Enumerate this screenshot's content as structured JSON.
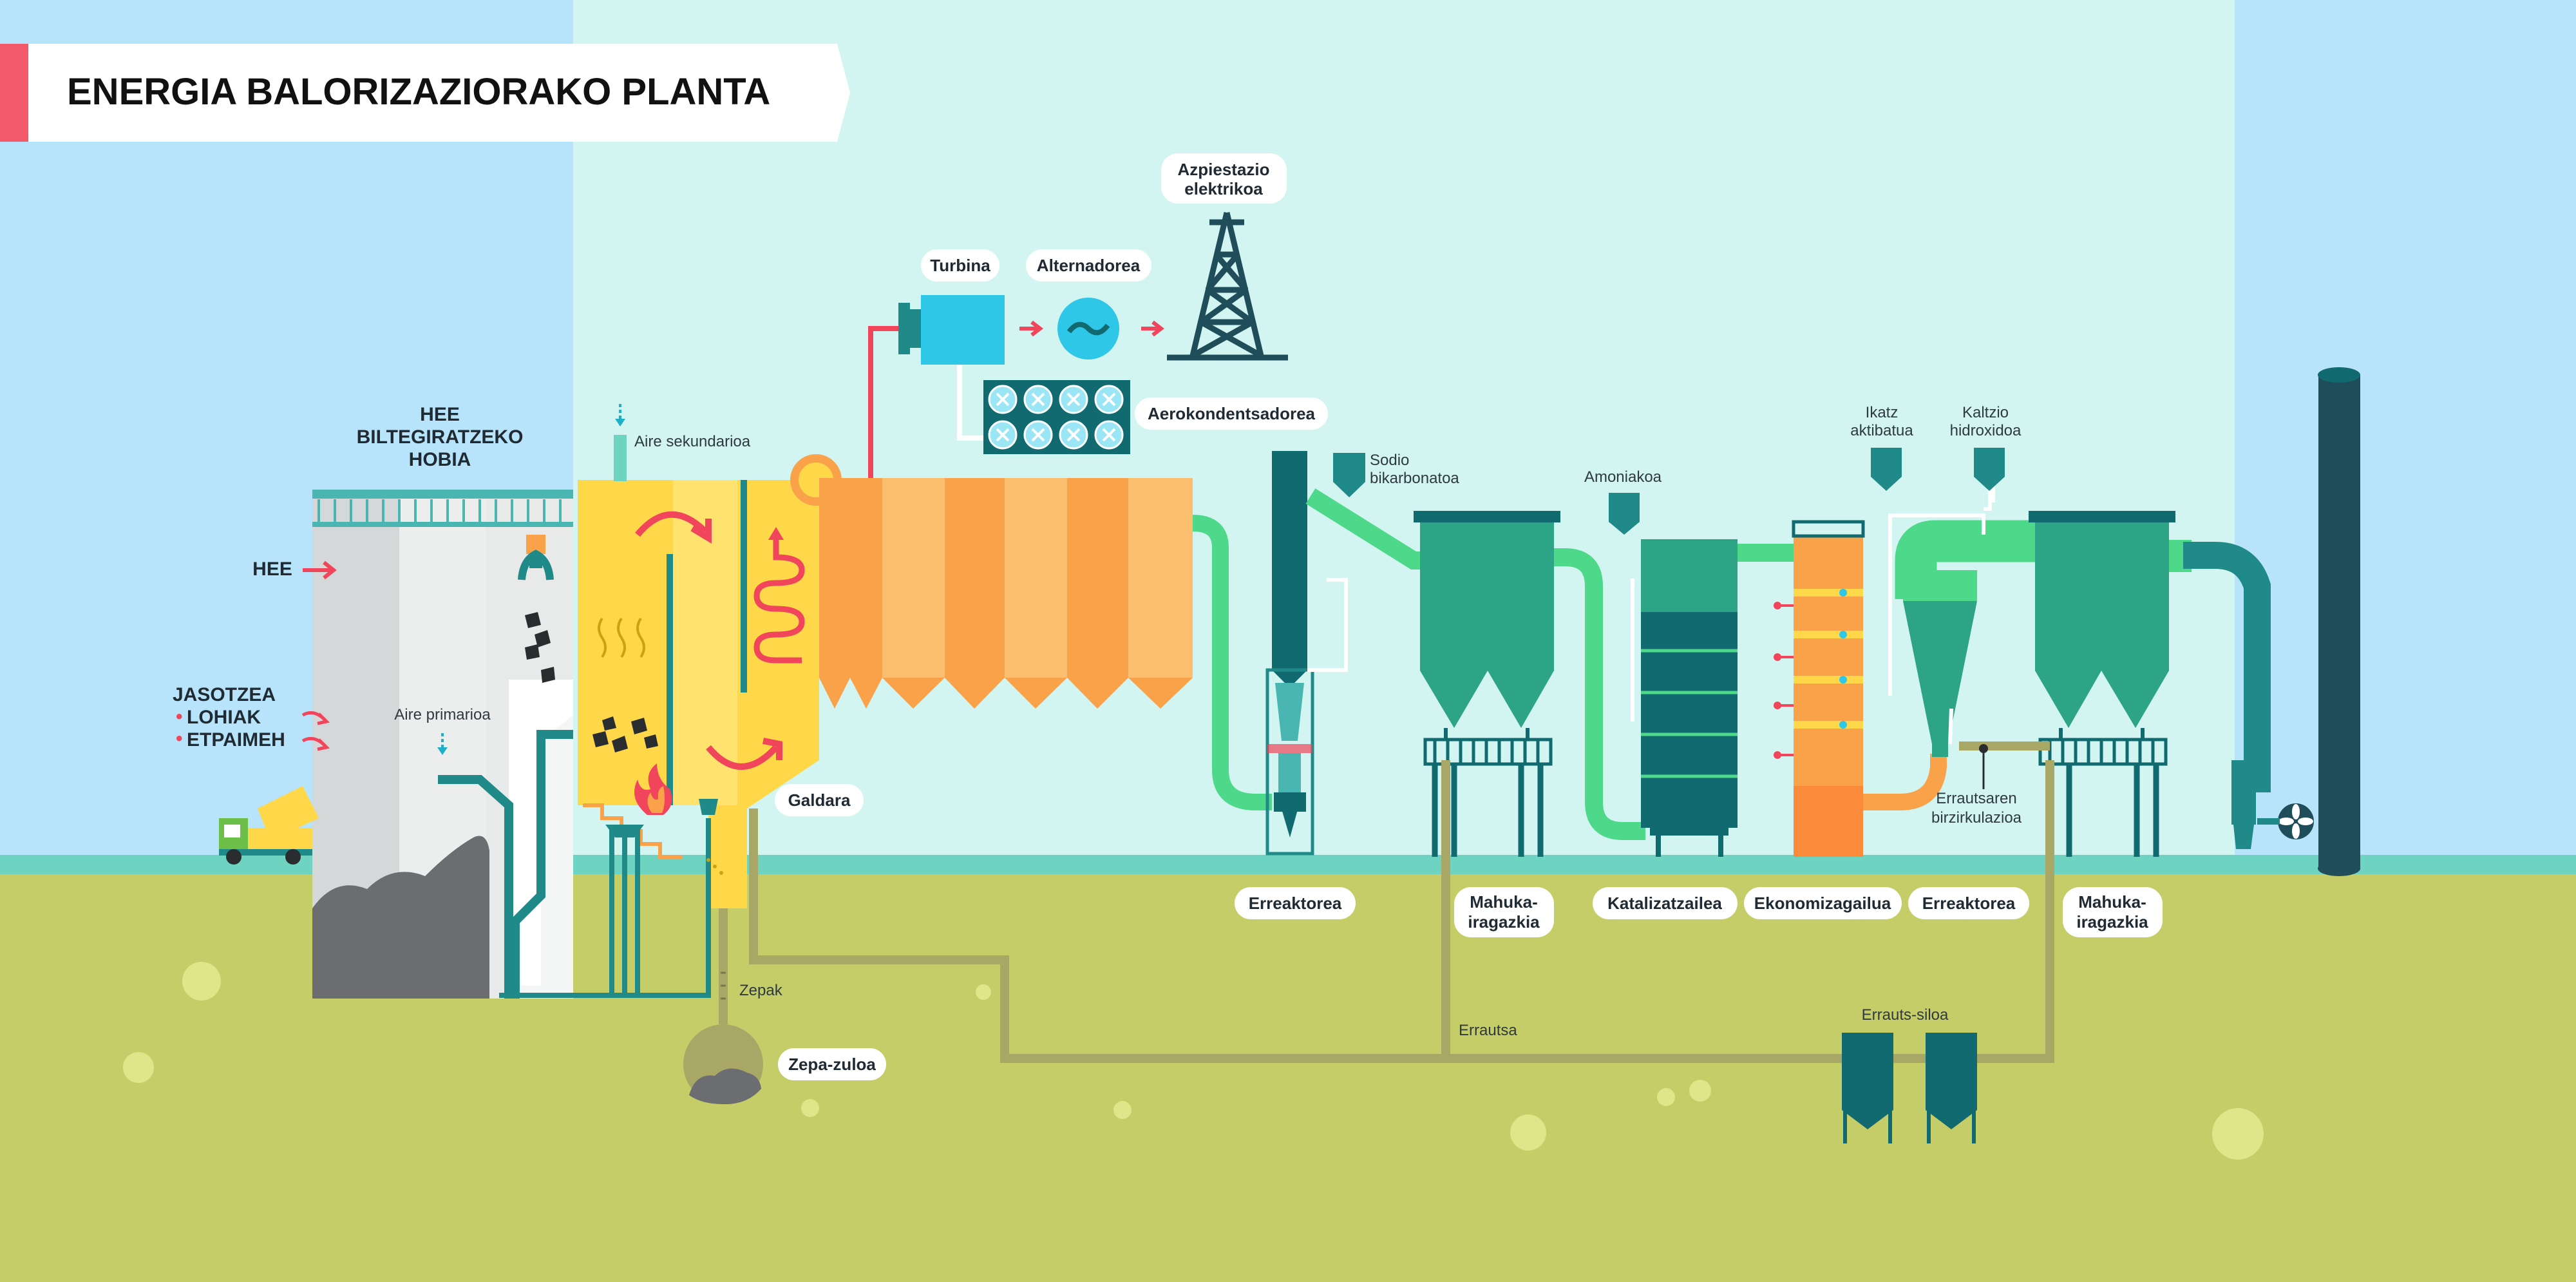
{
  "title": "ENERGIA BALORIZAZIORAKO PLANTA",
  "colors": {
    "sky_left": "#b7e4fa",
    "sky_center": "#d2f5f1",
    "ground": "#c5cd68",
    "ground_strip": "#6fd3c2",
    "boiler": "#ffd84a",
    "heat_exchanger": "#f9a24a",
    "teal": "#1f8a88",
    "dark_teal": "#106a70",
    "green_pipe": "#4ed88a",
    "red_arrow": "#f0455a",
    "ash_line": "#a9a766"
  },
  "storage": {
    "label_line1": "HEE",
    "label_line2": "BILTEGIRATZEKO",
    "label_line3": "HOBIA",
    "hee": "HEE",
    "jasotzea": "JASOTZEA",
    "lohiak": "LOHIAK",
    "etpaimeh": "ETPAIMEH",
    "aire_primarioa": "Aire primarioa",
    "bullet": "•"
  },
  "boiler": {
    "aire_sekundarioa": "Aire sekundarioa",
    "galdara": "Galdara",
    "zepak": "Zepak",
    "zepa_zuloa": "Zepa-zuloa"
  },
  "power": {
    "turbina": "Turbina",
    "alternadorea": "Alternadorea",
    "azpiestazio_line1": "Azpiestazio",
    "azpiestazio_line2": "elektrikoa",
    "aerokondentsadorea": "Aerokondentsadorea"
  },
  "gas_treatment": {
    "sodio_line1": "Sodio",
    "sodio_line2": "bikarbonatoa",
    "amoniakoa": "Amoniakoa",
    "ikatz_line1": "Ikatz",
    "ikatz_line2": "aktibatua",
    "kaltzio_line1": "Kaltzio",
    "kaltzio_line2": "hidroxidoa",
    "birzirk_line1": "Errautsaren",
    "birzirk_line2": "birzirkulazioa",
    "erraustsa": "Errautsa",
    "errauts_siloa": "Errauts-siloa"
  },
  "bottom_labels": {
    "erreaktorea_1": "Erreaktorea",
    "mahuka_1_line1": "Mahuka-",
    "mahuka_1_line2": "iragazkia",
    "katalizatzailea": "Katalizatzailea",
    "ekonomizagailua": "Ekonomizagailua",
    "erreaktorea_2": "Erreaktorea",
    "mahuka_2_line1": "Mahuka-",
    "mahuka_2_line2": "iragazkia"
  }
}
